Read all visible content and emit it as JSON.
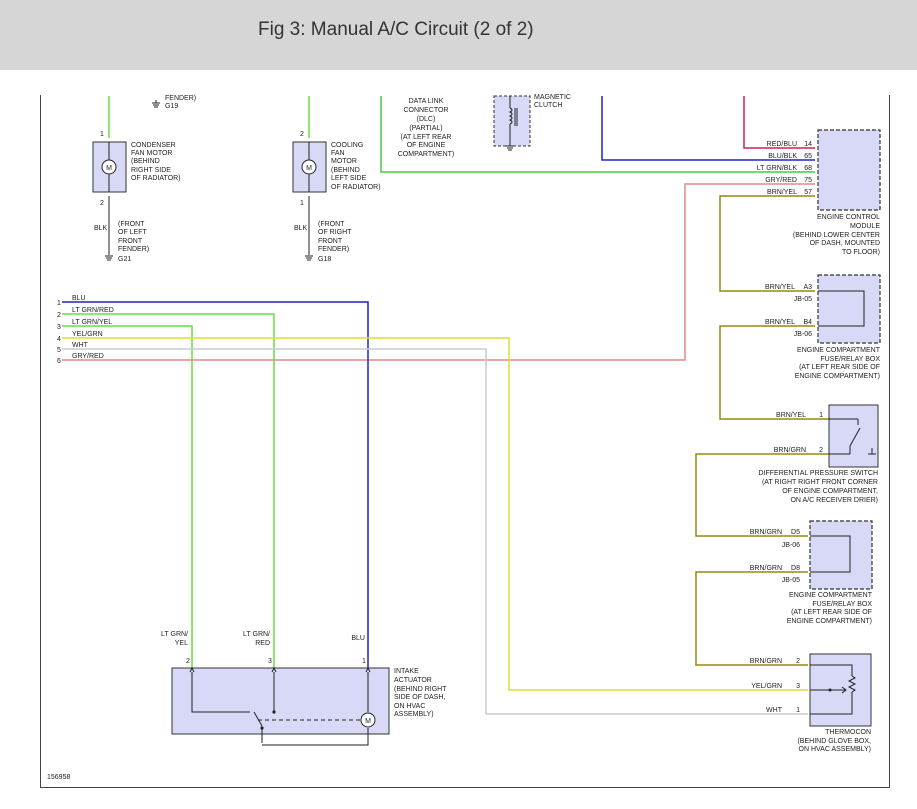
{
  "header": {
    "title": "Fig 3: Manual A/C Circuit (2 of 2)"
  },
  "figure_id": "156958",
  "colors": {
    "header_bg": "#d6d6d6",
    "component_fill": "#d8d8f7",
    "blu": "#2222cc",
    "grn": "#33cc33",
    "lt_grn": "#66dd44",
    "yel_grn": "#dddd33",
    "wht": "#cccccc",
    "gry_red": "#e08a8a",
    "red_blu": "#cc2255",
    "brn": "#998811"
  },
  "top_fragments": {
    "fender": "FENDER)",
    "g19": "G19",
    "dlc_lines": [
      "DATA LINK",
      "CONNECTOR",
      "(DLC)",
      "(PARTIAL)",
      "(AT LEFT REAR",
      "OF ENGINE",
      "COMPARTMENT)"
    ],
    "clutch_lines": [
      "MAGNETIC",
      "CLUTCH"
    ]
  },
  "condenser_fan": {
    "pin_top": "1",
    "pin_bottom": "2",
    "motor_symbol": "M",
    "label_lines": [
      "CONDENSER",
      "FAN MOTOR",
      "(BEHIND",
      "RIGHT SIDE",
      "OF RADIATOR)"
    ],
    "wire": "BLK",
    "ground_lines": [
      "(FRONT",
      "OF LEFT",
      "FRONT",
      "FENDER)"
    ],
    "ground": "G21"
  },
  "cooling_fan": {
    "pin_top": "2",
    "pin_bottom": "1",
    "motor_symbol": "M",
    "label_lines": [
      "COOLING",
      "FAN",
      "MOTOR",
      "(BEHIND",
      "LEFT SIDE",
      "OF RADIATOR)"
    ],
    "wire": "BLK",
    "ground_lines": [
      "(FRONT",
      "OF RIGHT",
      "FRONT",
      "FENDER)"
    ],
    "ground": "G18"
  },
  "left_bus": [
    {
      "pin": "1",
      "wire": "BLU"
    },
    {
      "pin": "2",
      "wire": "LT GRN/RED"
    },
    {
      "pin": "3",
      "wire": "LT GRN/YEL"
    },
    {
      "pin": "4",
      "wire": "YEL/GRN"
    },
    {
      "pin": "5",
      "wire": "WHT"
    },
    {
      "pin": "6",
      "wire": "GRY/RED"
    }
  ],
  "ecm": {
    "pins": [
      {
        "wire": "RED/BLU",
        "pin": "14"
      },
      {
        "wire": "BLU/BLK",
        "pin": "65"
      },
      {
        "wire": "LT GRN/BLK",
        "pin": "68"
      },
      {
        "wire": "GRY/RED",
        "pin": "75"
      },
      {
        "wire": "BRN/YEL",
        "pin": "57"
      }
    ],
    "label_lines": [
      "ENGINE CONTROL",
      "MODULE",
      "(BEHIND LOWER CENTER",
      "OF DASH, MOUNTED",
      "TO FLOOR)"
    ]
  },
  "fuse_box_1": {
    "pins": [
      {
        "wire": "BRN/YEL",
        "pin": "A3",
        "jb": "JB-05"
      },
      {
        "wire": "BRN/YEL",
        "pin": "B4",
        "jb": "JB-06"
      }
    ],
    "label_lines": [
      "ENGINE COMPARTMENT",
      "FUSE/RELAY BOX",
      "(AT LEFT REAR SIDE OF",
      "ENGINE COMPARTMENT)"
    ]
  },
  "pressure_switch": {
    "pins": [
      {
        "wire": "BRN/YEL",
        "pin": "1"
      },
      {
        "wire": "BRN/GRN",
        "pin": "2"
      }
    ],
    "label_lines": [
      "DIFFERENTIAL PRESSURE SWITCH",
      "(AT RIGHT RIGHT FRONT CORNER",
      "OF ENGINE COMPARTMENT,",
      "ON A/C RECEIVER DRIER)"
    ]
  },
  "fuse_box_2": {
    "pins": [
      {
        "wire": "BRN/GRN",
        "pin": "D5",
        "jb": "JB-06"
      },
      {
        "wire": "BRN/GRN",
        "pin": "D8",
        "jb": "JB-05"
      }
    ],
    "label_lines": [
      "ENGINE COMPARTMENT",
      "FUSE/RELAY BOX",
      "(AT LEFT REAR SIDE OF",
      "ENGINE COMPARTMENT)"
    ]
  },
  "thermocon": {
    "pins": [
      {
        "wire": "BRN/GRN",
        "pin": "2"
      },
      {
        "wire": "YEL/GRN",
        "pin": "3"
      },
      {
        "wire": "WHT",
        "pin": "1"
      }
    ],
    "label_lines": [
      "THERMOCON",
      "(BEHIND GLOVE BOX,",
      "ON HVAC ASSEMBLY)"
    ]
  },
  "intake_actuator": {
    "wire_labels": [
      {
        "lines": [
          "LT GRN/",
          "YEL"
        ],
        "pin": "2"
      },
      {
        "lines": [
          "LT GRN/",
          "RED"
        ],
        "pin": "3"
      },
      {
        "lines": [
          "BLU"
        ],
        "pin": "1"
      }
    ],
    "motor_symbol": "M",
    "label_lines": [
      "INTAKE",
      "ACTUATOR",
      "(BEHIND RIGHT",
      "SIDE OF DASH,",
      "ON HVAC",
      "ASSEMBLY)"
    ]
  }
}
